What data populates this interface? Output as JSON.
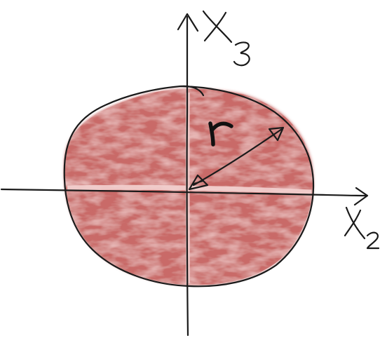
{
  "diagram": {
    "disk_color": "#c96b68",
    "disk_highlight": "#e3a19e",
    "stroke_color": "#1a1a1a",
    "labels": {
      "axis_vertical": "X3",
      "axis_horizontal": "X2",
      "radius": "r"
    }
  }
}
